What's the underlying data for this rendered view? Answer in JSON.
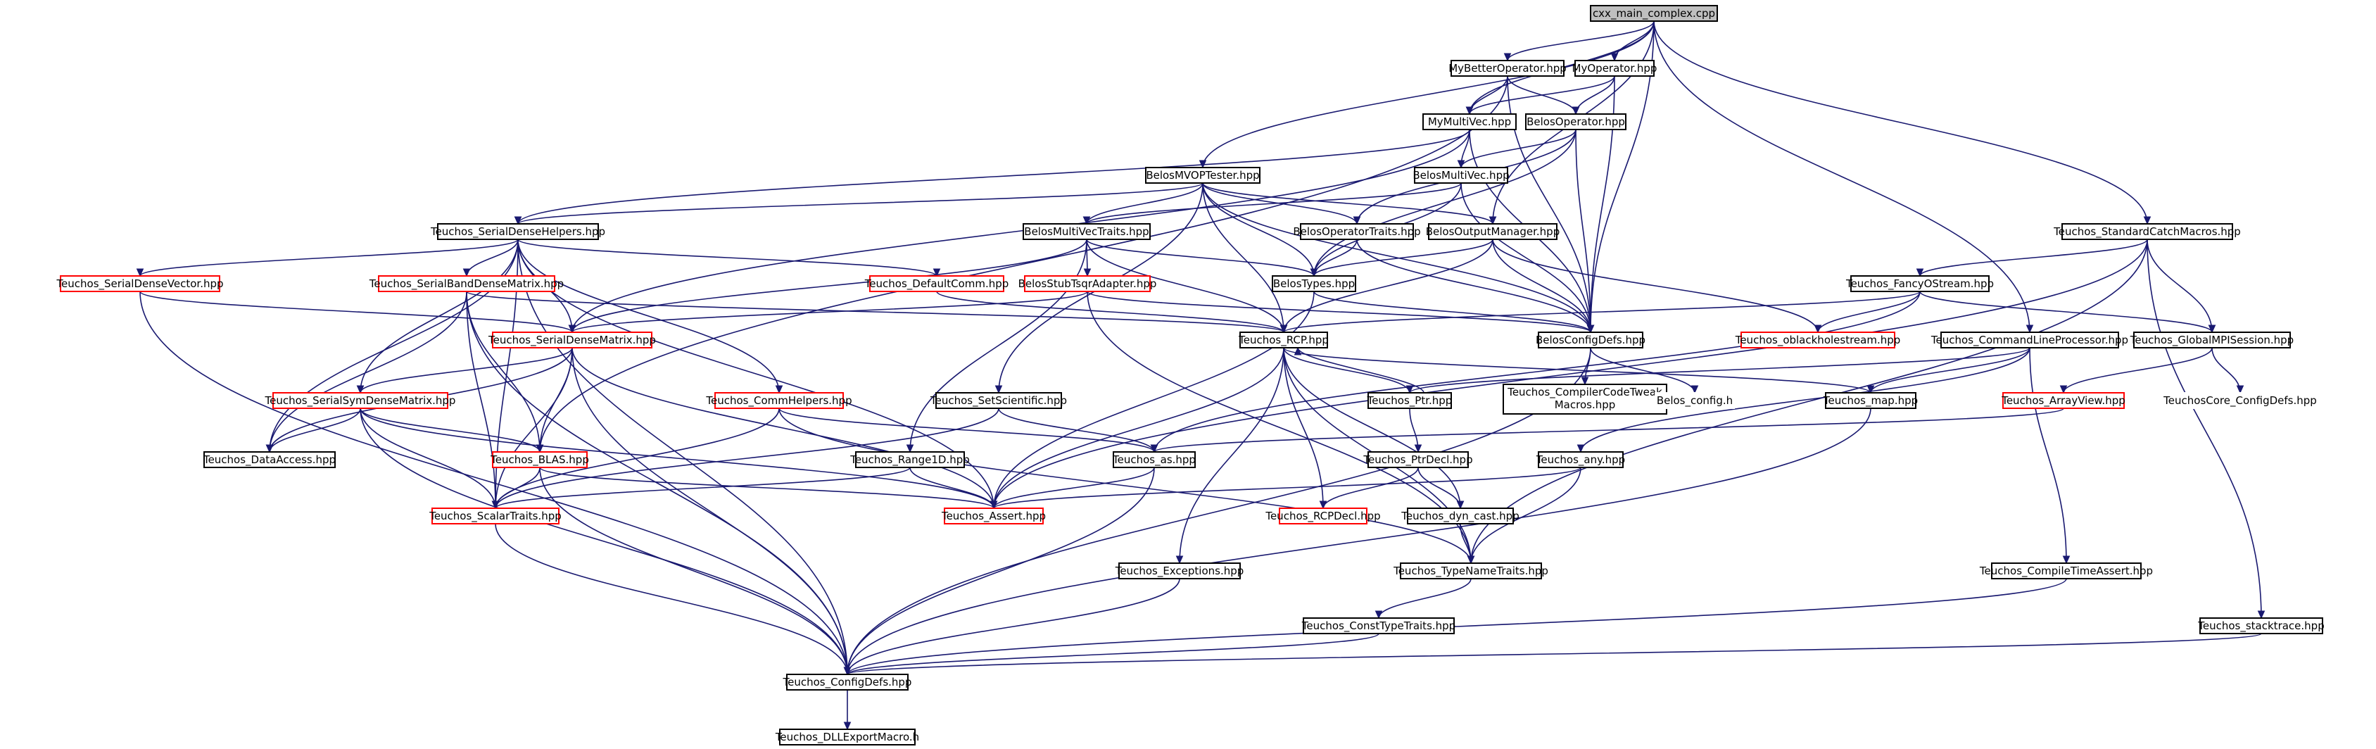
{
  "title": "cxx_main_complex.cpp",
  "colors": {
    "node_border_default": "#000000",
    "node_border_truncated": "#ff0000",
    "root_fill": "#bfbfbf",
    "edge": "#191970",
    "background": "#ffffff"
  },
  "nodes": [
    {
      "id": "root",
      "label": "cxx_main_complex.cpp",
      "border": "black",
      "root": true
    },
    {
      "id": "mybetterop",
      "label": "MyBetterOperator.hpp",
      "border": "black"
    },
    {
      "id": "myop",
      "label": "MyOperator.hpp",
      "border": "black"
    },
    {
      "id": "mymv",
      "label": "MyMultiVec.hpp",
      "border": "black"
    },
    {
      "id": "belosop",
      "label": "BelosOperator.hpp",
      "border": "black"
    },
    {
      "id": "belosmv",
      "label": "BelosMultiVec.hpp",
      "border": "black"
    },
    {
      "id": "mvoptester",
      "label": "BelosMVOPTester.hpp",
      "border": "black"
    },
    {
      "id": "sdhelpers",
      "label": "Teuchos_SerialDenseHelpers.hpp",
      "border": "black"
    },
    {
      "id": "mvtraits",
      "label": "BelosMultiVecTraits.hpp",
      "border": "black"
    },
    {
      "id": "optraits",
      "label": "BelosOperatorTraits.hpp",
      "border": "black"
    },
    {
      "id": "outmgr",
      "label": "BelosOutputManager.hpp",
      "border": "black"
    },
    {
      "id": "stdcatch",
      "label": "Teuchos_StandardCatchMacros.hpp",
      "border": "black"
    },
    {
      "id": "sdvector",
      "label": "Teuchos_SerialDenseVector.hpp",
      "border": "red"
    },
    {
      "id": "sbdmatrix",
      "label": "Teuchos_SerialBandDenseMatrix.hpp",
      "border": "red"
    },
    {
      "id": "defcomm",
      "label": "Teuchos_DefaultComm.hpp",
      "border": "red"
    },
    {
      "id": "stubtsqr",
      "label": "BelosStubTsqrAdapter.hpp",
      "border": "red"
    },
    {
      "id": "belostypes",
      "label": "BelosTypes.hpp",
      "border": "black"
    },
    {
      "id": "fancyo",
      "label": "Teuchos_FancyOStream.hpp",
      "border": "black"
    },
    {
      "id": "sdmatrix",
      "label": "Teuchos_SerialDenseMatrix.hpp",
      "border": "red"
    },
    {
      "id": "rcp",
      "label": "Teuchos_RCP.hpp",
      "border": "black"
    },
    {
      "id": "belosconfig",
      "label": "BelosConfigDefs.hpp",
      "border": "black"
    },
    {
      "id": "oblack",
      "label": "Teuchos_oblackholestream.hpp",
      "border": "red"
    },
    {
      "id": "cmdline",
      "label": "Teuchos_CommandLineProcessor.hpp",
      "border": "black"
    },
    {
      "id": "globalmpi",
      "label": "Teuchos_GlobalMPISession.hpp",
      "border": "black"
    },
    {
      "id": "ssdmatrix",
      "label": "Teuchos_SerialSymDenseMatrix.hpp",
      "border": "red"
    },
    {
      "id": "commhelpers",
      "label": "Teuchos_CommHelpers.hpp",
      "border": "red"
    },
    {
      "id": "setsci",
      "label": "Teuchos_SetScientific.hpp",
      "border": "black"
    },
    {
      "id": "ptr",
      "label": "Teuchos_Ptr.hpp",
      "border": "black"
    },
    {
      "id": "cctweak",
      "label": [
        "Teuchos_CompilerCodeTweak",
        "Macros.hpp"
      ],
      "border": "black"
    },
    {
      "id": "belosconfigh",
      "label": "Belos_config.h",
      "border": "none"
    },
    {
      "id": "map",
      "label": "Teuchos_map.hpp",
      "border": "black"
    },
    {
      "id": "arrayview",
      "label": "Teuchos_ArrayView.hpp",
      "border": "red"
    },
    {
      "id": "coreconfig",
      "label": "TeuchosCore_ConfigDefs.hpp",
      "border": "none"
    },
    {
      "id": "dataaccess",
      "label": "Teuchos_DataAccess.hpp",
      "border": "black"
    },
    {
      "id": "blas",
      "label": "Teuchos_BLAS.hpp",
      "border": "red"
    },
    {
      "id": "range1d",
      "label": "Teuchos_Range1D.hpp",
      "border": "black"
    },
    {
      "id": "as",
      "label": "Teuchos_as.hpp",
      "border": "black"
    },
    {
      "id": "ptrdecl",
      "label": "Teuchos_PtrDecl.hpp",
      "border": "black"
    },
    {
      "id": "any",
      "label": "Teuchos_any.hpp",
      "border": "black"
    },
    {
      "id": "scalartraits",
      "label": "Teuchos_ScalarTraits.hpp",
      "border": "red"
    },
    {
      "id": "assert",
      "label": "Teuchos_Assert.hpp",
      "border": "red"
    },
    {
      "id": "rcpdecl",
      "label": "Teuchos_RCPDecl.hpp",
      "border": "red"
    },
    {
      "id": "dyncast",
      "label": "Teuchos_dyn_cast.hpp",
      "border": "black"
    },
    {
      "id": "exceptions",
      "label": "Teuchos_Exceptions.hpp",
      "border": "black"
    },
    {
      "id": "typename",
      "label": "Teuchos_TypeNameTraits.hpp",
      "border": "black"
    },
    {
      "id": "ctassert",
      "label": "Teuchos_CompileTimeAssert.hpp",
      "border": "black"
    },
    {
      "id": "consttype",
      "label": "Teuchos_ConstTypeTraits.hpp",
      "border": "black"
    },
    {
      "id": "stacktrace",
      "label": "Teuchos_stacktrace.hpp",
      "border": "black"
    },
    {
      "id": "configdefs",
      "label": "Teuchos_ConfigDefs.hpp",
      "border": "black"
    },
    {
      "id": "dllexport",
      "label": "Teuchos_DLLExportMacro.h",
      "border": "black"
    }
  ],
  "edges": [
    [
      "root",
      "mybetterop"
    ],
    [
      "root",
      "myop"
    ],
    [
      "root",
      "mymv"
    ],
    [
      "root",
      "mvoptester"
    ],
    [
      "root",
      "outmgr"
    ],
    [
      "root",
      "belosconfig"
    ],
    [
      "root",
      "cmdline"
    ],
    [
      "root",
      "stdcatch"
    ],
    [
      "mybetterop",
      "mymv"
    ],
    [
      "mybetterop",
      "belosop"
    ],
    [
      "mybetterop",
      "blas"
    ],
    [
      "mybetterop",
      "belosconfig"
    ],
    [
      "myop",
      "mymv"
    ],
    [
      "myop",
      "belosop"
    ],
    [
      "myop",
      "belosconfig"
    ],
    [
      "mymv",
      "belosmv"
    ],
    [
      "mymv",
      "sdhelpers"
    ],
    [
      "mymv",
      "sdmatrix"
    ],
    [
      "mymv",
      "belosconfig"
    ],
    [
      "belosop",
      "belosmv"
    ],
    [
      "belosop",
      "optraits"
    ],
    [
      "belosop",
      "belostypes"
    ],
    [
      "belosop",
      "belosconfig"
    ],
    [
      "belosmv",
      "mvtraits"
    ],
    [
      "belosmv",
      "belostypes"
    ],
    [
      "belosmv",
      "belosconfig"
    ],
    [
      "mvoptester",
      "sdhelpers"
    ],
    [
      "mvoptester",
      "mvtraits"
    ],
    [
      "mvoptester",
      "optraits"
    ],
    [
      "mvoptester",
      "outmgr"
    ],
    [
      "mvoptester",
      "belostypes"
    ],
    [
      "mvoptester",
      "rcp"
    ],
    [
      "mvoptester",
      "belosconfig"
    ],
    [
      "mvoptester",
      "setsci"
    ],
    [
      "sdhelpers",
      "sdvector"
    ],
    [
      "sdhelpers",
      "sbdmatrix"
    ],
    [
      "sdhelpers",
      "defcomm"
    ],
    [
      "sdhelpers",
      "sdmatrix"
    ],
    [
      "sdhelpers",
      "ssdmatrix"
    ],
    [
      "sdhelpers",
      "commhelpers"
    ],
    [
      "sdhelpers",
      "dataaccess"
    ],
    [
      "sdhelpers",
      "scalartraits"
    ],
    [
      "sdhelpers",
      "assert"
    ],
    [
      "sdhelpers",
      "configdefs"
    ],
    [
      "mvtraits",
      "stubtsqr"
    ],
    [
      "mvtraits",
      "belostypes"
    ],
    [
      "mvtraits",
      "sdmatrix"
    ],
    [
      "mvtraits",
      "rcp"
    ],
    [
      "mvtraits",
      "range1d"
    ],
    [
      "optraits",
      "belostypes"
    ],
    [
      "optraits",
      "belosconfig"
    ],
    [
      "outmgr",
      "belostypes"
    ],
    [
      "outmgr",
      "rcp"
    ],
    [
      "outmgr",
      "oblack"
    ],
    [
      "outmgr",
      "belosconfig"
    ],
    [
      "stdcatch",
      "fancyo"
    ],
    [
      "stdcatch",
      "globalmpi"
    ],
    [
      "stdcatch",
      "typename"
    ],
    [
      "stdcatch",
      "stacktrace"
    ],
    [
      "stdcatch",
      "assert"
    ],
    [
      "sdvector",
      "sdmatrix"
    ],
    [
      "sdvector",
      "configdefs"
    ],
    [
      "sbdmatrix",
      "blas"
    ],
    [
      "sbdmatrix",
      "dataaccess"
    ],
    [
      "sbdmatrix",
      "scalartraits"
    ],
    [
      "sbdmatrix",
      "rcp"
    ],
    [
      "sbdmatrix",
      "configdefs"
    ],
    [
      "defcomm",
      "rcp"
    ],
    [
      "stubtsqr",
      "sdmatrix"
    ],
    [
      "stubtsqr",
      "typename"
    ],
    [
      "stubtsqr",
      "belosconfig"
    ],
    [
      "belostypes",
      "belosconfig"
    ],
    [
      "belostypes",
      "assert"
    ],
    [
      "fancyo",
      "rcp"
    ],
    [
      "fancyo",
      "oblack"
    ],
    [
      "fancyo",
      "globalmpi"
    ],
    [
      "fancyo",
      "as"
    ],
    [
      "sdmatrix",
      "ssdmatrix"
    ],
    [
      "sdmatrix",
      "dataaccess"
    ],
    [
      "sdmatrix",
      "blas"
    ],
    [
      "sdmatrix",
      "scalartraits"
    ],
    [
      "sdmatrix",
      "assert"
    ],
    [
      "sdmatrix",
      "configdefs"
    ],
    [
      "rcp",
      "ptr"
    ],
    [
      "rcp",
      "map"
    ],
    [
      "rcp",
      "rcpdecl"
    ],
    [
      "rcp",
      "dyncast"
    ],
    [
      "rcp",
      "typename"
    ],
    [
      "rcp",
      "exceptions"
    ],
    [
      "rcp",
      "assert"
    ],
    [
      "belosconfig",
      "cctweak"
    ],
    [
      "belosconfig",
      "belosconfigh"
    ],
    [
      "belosconfig",
      "configdefs"
    ],
    [
      "cmdline",
      "ptr"
    ],
    [
      "cmdline",
      "map"
    ],
    [
      "cmdline",
      "any"
    ],
    [
      "cmdline",
      "ctassert"
    ],
    [
      "globalmpi",
      "arrayview"
    ],
    [
      "globalmpi",
      "coreconfig"
    ],
    [
      "ssdmatrix",
      "dataaccess"
    ],
    [
      "ssdmatrix",
      "blas"
    ],
    [
      "ssdmatrix",
      "scalartraits"
    ],
    [
      "ssdmatrix",
      "assert"
    ],
    [
      "ssdmatrix",
      "configdefs"
    ],
    [
      "commhelpers",
      "scalartraits"
    ],
    [
      "commhelpers",
      "as"
    ],
    [
      "commhelpers",
      "typename"
    ],
    [
      "setsci",
      "as"
    ],
    [
      "setsci",
      "scalartraits"
    ],
    [
      "ptr",
      "rcp"
    ],
    [
      "ptr",
      "ptrdecl"
    ],
    [
      "map",
      "configdefs"
    ],
    [
      "arrayview",
      "as"
    ],
    [
      "blas",
      "scalartraits"
    ],
    [
      "blas",
      "assert"
    ],
    [
      "blas",
      "configdefs"
    ],
    [
      "range1d",
      "assert"
    ],
    [
      "range1d",
      "scalartraits"
    ],
    [
      "as",
      "assert"
    ],
    [
      "as",
      "configdefs"
    ],
    [
      "ptrdecl",
      "rcpdecl"
    ],
    [
      "ptrdecl",
      "dyncast"
    ],
    [
      "any",
      "assert"
    ],
    [
      "any",
      "typename"
    ],
    [
      "scalartraits",
      "configdefs"
    ],
    [
      "dyncast",
      "typename"
    ],
    [
      "exceptions",
      "configdefs"
    ],
    [
      "typename",
      "consttype"
    ],
    [
      "ctassert",
      "configdefs"
    ],
    [
      "consttype",
      "configdefs"
    ],
    [
      "stacktrace",
      "configdefs"
    ],
    [
      "configdefs",
      "dllexport"
    ]
  ]
}
